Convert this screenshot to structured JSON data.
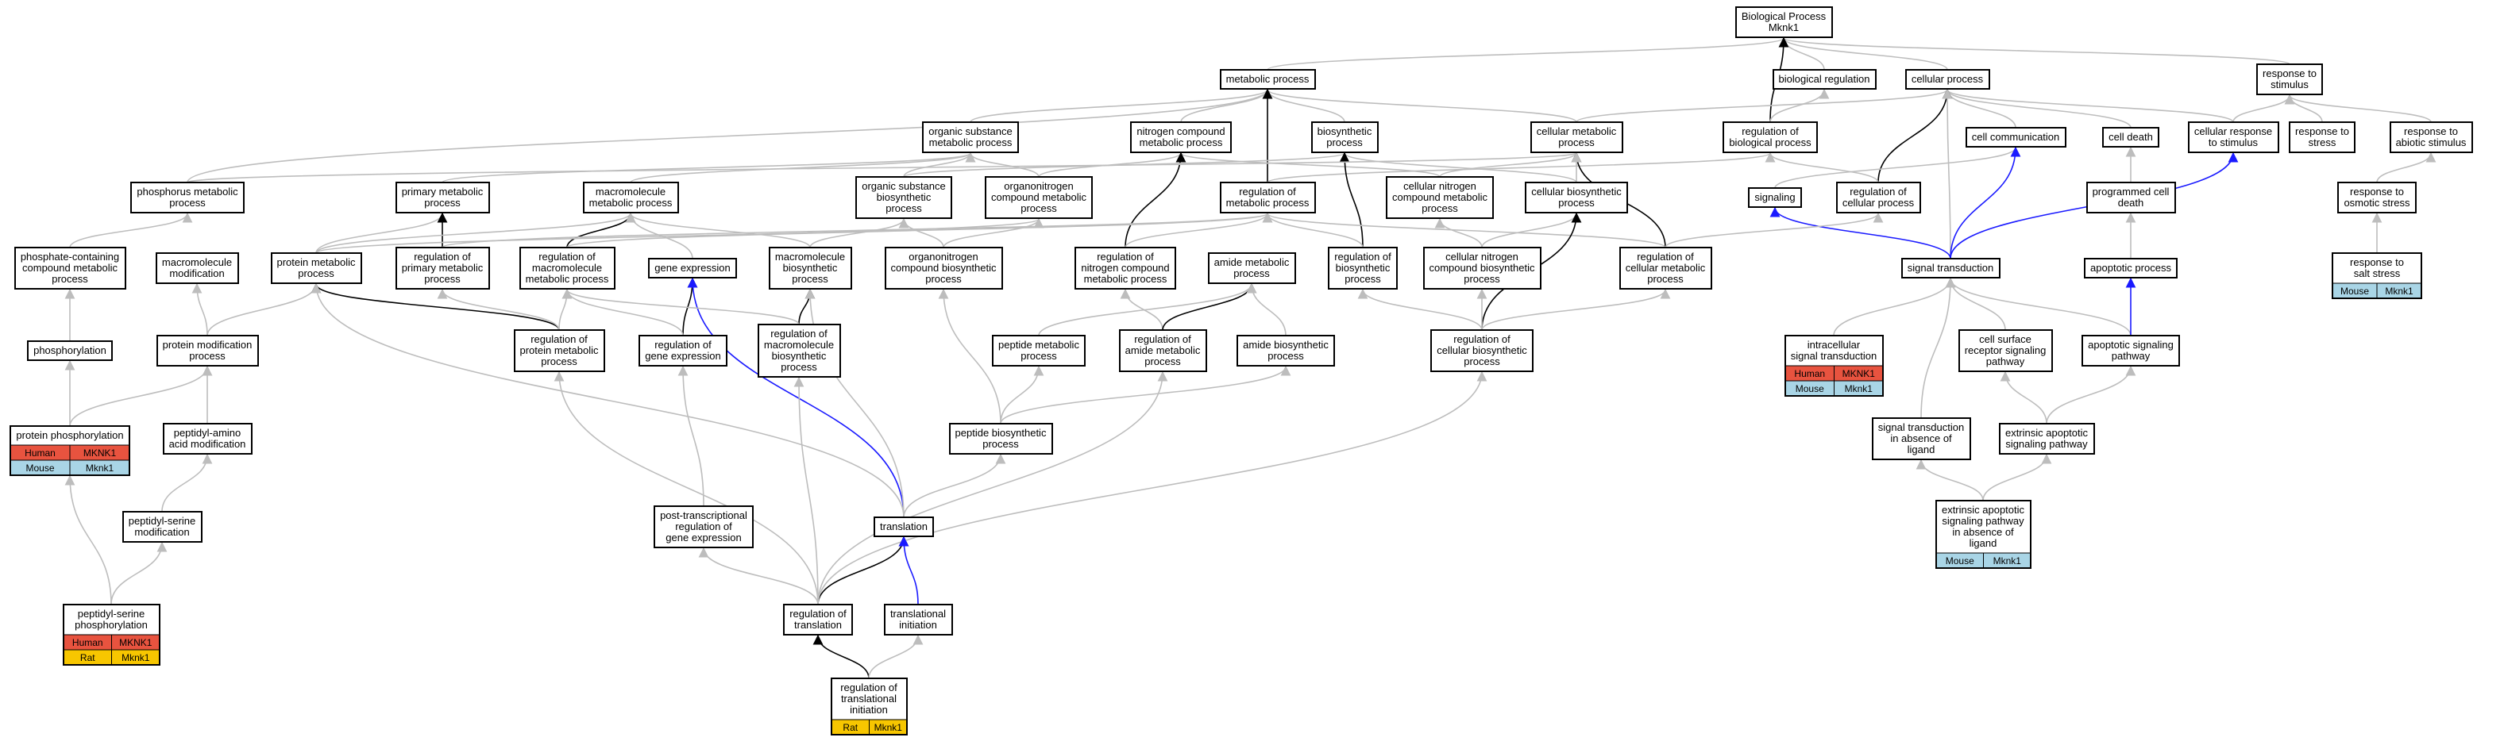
{
  "colors": {
    "human": "#e8533f",
    "mouse": "#a9d5e6",
    "rat": "#f7c600",
    "edge_gray": "#bdbdbd",
    "edge_black": "#000000",
    "edge_blue": "#1a1aff"
  },
  "nodes": [
    {
      "id": "bp",
      "lines": [
        "Biological Process",
        "Mknk1"
      ]
    },
    {
      "id": "metabolic",
      "lines": [
        "metabolic process"
      ]
    },
    {
      "id": "biolreg",
      "lines": [
        "biological regulation"
      ]
    },
    {
      "id": "cellproc",
      "lines": [
        "cellular process"
      ]
    },
    {
      "id": "respstim",
      "lines": [
        "response to",
        "stimulus"
      ]
    },
    {
      "id": "orgsub",
      "lines": [
        "organic substance",
        "metabolic process"
      ]
    },
    {
      "id": "nitro",
      "lines": [
        "nitrogen compound",
        "metabolic process"
      ]
    },
    {
      "id": "biosyn",
      "lines": [
        "biosynthetic",
        "process"
      ]
    },
    {
      "id": "cellmet",
      "lines": [
        "cellular metabolic",
        "process"
      ]
    },
    {
      "id": "regbio",
      "lines": [
        "regulation of",
        "biological process"
      ]
    },
    {
      "id": "cellcomm",
      "lines": [
        "cell communication"
      ]
    },
    {
      "id": "celldeath",
      "lines": [
        "cell death"
      ]
    },
    {
      "id": "cellresp",
      "lines": [
        "cellular response",
        "to stimulus"
      ]
    },
    {
      "id": "respstress",
      "lines": [
        "response to",
        "stress"
      ]
    },
    {
      "id": "respabiotic",
      "lines": [
        "response to",
        "abiotic stimulus"
      ]
    },
    {
      "id": "phosmet",
      "lines": [
        "phosphorus metabolic",
        "process"
      ]
    },
    {
      "id": "primmet",
      "lines": [
        "primary metabolic",
        "process"
      ]
    },
    {
      "id": "macromet",
      "lines": [
        "macromolecule",
        "metabolic process"
      ]
    },
    {
      "id": "orgsubbio",
      "lines": [
        "organic substance",
        "biosynthetic",
        "process"
      ]
    },
    {
      "id": "orgnitro",
      "lines": [
        "organonitrogen",
        "compound metabolic",
        "process"
      ]
    },
    {
      "id": "regmet",
      "lines": [
        "regulation of",
        "metabolic process"
      ]
    },
    {
      "id": "cellnitromet",
      "lines": [
        "cellular nitrogen",
        "compound metabolic",
        "process"
      ]
    },
    {
      "id": "cellbio",
      "lines": [
        "cellular biosynthetic",
        "process"
      ]
    },
    {
      "id": "signaling",
      "lines": [
        "signaling"
      ]
    },
    {
      "id": "regcell",
      "lines": [
        "regulation of",
        "cellular process"
      ]
    },
    {
      "id": "progdeath",
      "lines": [
        "programmed cell",
        "death"
      ]
    },
    {
      "id": "respos",
      "lines": [
        "response to",
        "osmotic stress"
      ]
    },
    {
      "id": "phoscomp",
      "lines": [
        "phosphate-containing",
        "compound metabolic",
        "process"
      ]
    },
    {
      "id": "macromod",
      "lines": [
        "macromolecule",
        "modification"
      ]
    },
    {
      "id": "protmet",
      "lines": [
        "protein metabolic",
        "process"
      ]
    },
    {
      "id": "regprim",
      "lines": [
        "regulation of",
        "primary metabolic",
        "process"
      ]
    },
    {
      "id": "regmacro",
      "lines": [
        "regulation of",
        "macromolecule",
        "metabolic process"
      ]
    },
    {
      "id": "geneexp",
      "lines": [
        "gene expression"
      ]
    },
    {
      "id": "macrobio",
      "lines": [
        "macromolecule",
        "biosynthetic",
        "process"
      ]
    },
    {
      "id": "orgnitrobio",
      "lines": [
        "organonitrogen",
        "compound biosynthetic",
        "process"
      ]
    },
    {
      "id": "regnitro",
      "lines": [
        "regulation of",
        "nitrogen compound",
        "metabolic process"
      ]
    },
    {
      "id": "amidemet",
      "lines": [
        "amide metabolic",
        "process"
      ]
    },
    {
      "id": "regbiosyn",
      "lines": [
        "regulation of",
        "biosynthetic",
        "process"
      ]
    },
    {
      "id": "cellnitrobio",
      "lines": [
        "cellular nitrogen",
        "compound biosynthetic",
        "process"
      ]
    },
    {
      "id": "regcellmet",
      "lines": [
        "regulation of",
        "cellular metabolic",
        "process"
      ]
    },
    {
      "id": "sigtrans",
      "lines": [
        "signal transduction"
      ]
    },
    {
      "id": "apoproc",
      "lines": [
        "apoptotic process"
      ]
    },
    {
      "id": "respsalt",
      "lines": [
        "response to",
        "salt stress"
      ],
      "species": [
        {
          "sp": "Mouse",
          "gene": "Mknk1"
        }
      ]
    },
    {
      "id": "phosphorylation",
      "lines": [
        "phosphorylation"
      ]
    },
    {
      "id": "protmod",
      "lines": [
        "protein modification",
        "process"
      ]
    },
    {
      "id": "regprotmet",
      "lines": [
        "regulation of",
        "protein metabolic",
        "process"
      ]
    },
    {
      "id": "reggeneexp",
      "lines": [
        "regulation of",
        "gene expression"
      ]
    },
    {
      "id": "regmacrobio",
      "lines": [
        "regulation of",
        "macromolecule",
        "biosynthetic",
        "process"
      ]
    },
    {
      "id": "pepmet",
      "lines": [
        "peptide metabolic",
        "process"
      ]
    },
    {
      "id": "regamide",
      "lines": [
        "regulation of",
        "amide metabolic",
        "process"
      ]
    },
    {
      "id": "amidebio",
      "lines": [
        "amide biosynthetic",
        "process"
      ]
    },
    {
      "id": "regcellbio",
      "lines": [
        "regulation of",
        "cellular biosynthetic",
        "process"
      ]
    },
    {
      "id": "intracell",
      "lines": [
        "intracellular",
        "signal transduction"
      ],
      "species": [
        {
          "sp": "Human",
          "gene": "MKNK1"
        },
        {
          "sp": "Mouse",
          "gene": "Mknk1"
        }
      ]
    },
    {
      "id": "cellsurf",
      "lines": [
        "cell surface",
        "receptor signaling",
        "pathway"
      ]
    },
    {
      "id": "aposig",
      "lines": [
        "apoptotic signaling",
        "pathway"
      ]
    },
    {
      "id": "protphos",
      "lines": [
        "protein phosphorylation"
      ],
      "species": [
        {
          "sp": "Human",
          "gene": "MKNK1"
        },
        {
          "sp": "Mouse",
          "gene": "Mknk1"
        }
      ]
    },
    {
      "id": "peptaa",
      "lines": [
        "peptidyl-amino",
        "acid modification"
      ]
    },
    {
      "id": "pepbio",
      "lines": [
        "peptide biosynthetic",
        "process"
      ]
    },
    {
      "id": "sigabs",
      "lines": [
        "signal transduction",
        "in absence of",
        "ligand"
      ]
    },
    {
      "id": "extapo",
      "lines": [
        "extrinsic apoptotic",
        "signaling pathway"
      ]
    },
    {
      "id": "peptser",
      "lines": [
        "peptidyl-serine",
        "modification"
      ]
    },
    {
      "id": "posttrans",
      "lines": [
        "post-transcriptional",
        "regulation of",
        "gene expression"
      ]
    },
    {
      "id": "translation",
      "lines": [
        "translation"
      ]
    },
    {
      "id": "extapoabs",
      "lines": [
        "extrinsic apoptotic",
        "signaling pathway",
        "in absence of",
        "ligand"
      ],
      "species": [
        {
          "sp": "Mouse",
          "gene": "Mknk1"
        }
      ]
    },
    {
      "id": "pepserphos",
      "lines": [
        "peptidyl-serine",
        "phosphorylation"
      ],
      "species": [
        {
          "sp": "Human",
          "gene": "MKNK1"
        },
        {
          "sp": "Rat",
          "gene": "Mknk1"
        }
      ]
    },
    {
      "id": "regtrans",
      "lines": [
        "regulation of",
        "translation"
      ]
    },
    {
      "id": "transinit",
      "lines": [
        "translational",
        "initiation"
      ]
    },
    {
      "id": "regtransinit",
      "lines": [
        "regulation of",
        "translational",
        "initiation"
      ],
      "species": [
        {
          "sp": "Rat",
          "gene": "Mknk1"
        }
      ]
    }
  ],
  "edges": [
    [
      "metabolic",
      "bp",
      "gray"
    ],
    [
      "biolreg",
      "bp",
      "gray"
    ],
    [
      "cellproc",
      "bp",
      "gray"
    ],
    [
      "respstim",
      "bp",
      "gray"
    ],
    [
      "regbio",
      "bp",
      "black"
    ],
    [
      "orgsub",
      "metabolic",
      "gray"
    ],
    [
      "nitro",
      "metabolic",
      "gray"
    ],
    [
      "biosyn",
      "metabolic",
      "gray"
    ],
    [
      "cellmet",
      "metabolic",
      "gray"
    ],
    [
      "phosmet",
      "metabolic",
      "gray"
    ],
    [
      "regmet",
      "metabolic",
      "black"
    ],
    [
      "cellmet",
      "cellproc",
      "gray"
    ],
    [
      "cellcomm",
      "cellproc",
      "gray"
    ],
    [
      "celldeath",
      "cellproc",
      "gray"
    ],
    [
      "cellresp",
      "cellproc",
      "gray"
    ],
    [
      "regcell",
      "cellproc",
      "black"
    ],
    [
      "sigtrans",
      "cellproc",
      "gray"
    ],
    [
      "cellresp",
      "respstim",
      "gray"
    ],
    [
      "respstress",
      "respstim",
      "gray"
    ],
    [
      "respabiotic",
      "respstim",
      "gray"
    ],
    [
      "regbio",
      "biolreg",
      "gray"
    ],
    [
      "regcell",
      "regbio",
      "gray"
    ],
    [
      "regmet",
      "regbio",
      "gray"
    ],
    [
      "primmet",
      "orgsub",
      "gray"
    ],
    [
      "macromet",
      "orgsub",
      "gray"
    ],
    [
      "orgsubbio",
      "orgsub",
      "gray"
    ],
    [
      "orgnitro",
      "orgsub",
      "gray"
    ],
    [
      "orgnitro",
      "nitro",
      "gray"
    ],
    [
      "cellnitromet",
      "nitro",
      "gray"
    ],
    [
      "regnitro",
      "nitro",
      "black"
    ],
    [
      "orgsubbio",
      "biosyn",
      "gray"
    ],
    [
      "cellbio",
      "biosyn",
      "gray"
    ],
    [
      "regbiosyn",
      "biosyn",
      "black"
    ],
    [
      "cellnitromet",
      "cellmet",
      "gray"
    ],
    [
      "cellbio",
      "cellmet",
      "gray"
    ],
    [
      "regcellmet",
      "cellmet",
      "black"
    ],
    [
      "phosmet",
      "cellmet",
      "gray"
    ],
    [
      "signaling",
      "cellcomm",
      "gray"
    ],
    [
      "sigtrans",
      "cellcomm",
      "blue"
    ],
    [
      "sigtrans",
      "cellresp",
      "blue"
    ],
    [
      "progdeath",
      "celldeath",
      "gray"
    ],
    [
      "respos",
      "respabiotic",
      "gray"
    ],
    [
      "respsalt",
      "respos",
      "gray"
    ],
    [
      "phoscomp",
      "phosmet",
      "gray"
    ],
    [
      "protmet",
      "primmet",
      "gray"
    ],
    [
      "regprim",
      "primmet",
      "black"
    ],
    [
      "protmet",
      "macromet",
      "gray"
    ],
    [
      "regmacro",
      "macromet",
      "black"
    ],
    [
      "geneexp",
      "macromet",
      "gray"
    ],
    [
      "macrobio",
      "macromet",
      "gray"
    ],
    [
      "macrobio",
      "orgsubbio",
      "gray"
    ],
    [
      "orgnitrobio",
      "orgsubbio",
      "gray"
    ],
    [
      "orgnitrobio",
      "orgnitro",
      "gray"
    ],
    [
      "protmet",
      "orgnitro",
      "gray"
    ],
    [
      "regprim",
      "regmet",
      "gray"
    ],
    [
      "regmacro",
      "regmet",
      "gray"
    ],
    [
      "regnitro",
      "regmet",
      "gray"
    ],
    [
      "regbiosyn",
      "regmet",
      "gray"
    ],
    [
      "regcellmet",
      "regmet",
      "gray"
    ],
    [
      "cellnitrobio",
      "cellnitromet",
      "gray"
    ],
    [
      "cellnitrobio",
      "cellbio",
      "gray"
    ],
    [
      "regcellbio",
      "cellbio",
      "black"
    ],
    [
      "sigtrans",
      "signaling",
      "blue"
    ],
    [
      "regcellmet",
      "regcell",
      "gray"
    ],
    [
      "apoproc",
      "progdeath",
      "gray"
    ],
    [
      "phosphorylation",
      "phoscomp",
      "gray"
    ],
    [
      "protmod",
      "macromod",
      "gray"
    ],
    [
      "protmod",
      "protmet",
      "gray"
    ],
    [
      "regprotmet",
      "protmet",
      "black"
    ],
    [
      "regprotmet",
      "regprim",
      "gray"
    ],
    [
      "regprotmet",
      "regmacro",
      "gray"
    ],
    [
      "reggeneexp",
      "geneexp",
      "black"
    ],
    [
      "reggeneexp",
      "regmacro",
      "gray"
    ],
    [
      "translation",
      "geneexp",
      "blue"
    ],
    [
      "regmacrobio",
      "macrobio",
      "black"
    ],
    [
      "regmacrobio",
      "regmacro",
      "gray"
    ],
    [
      "translation",
      "macrobio",
      "gray"
    ],
    [
      "pepbio",
      "orgnitrobio",
      "gray"
    ],
    [
      "regamide",
      "regnitro",
      "gray"
    ],
    [
      "regamide",
      "amidemet",
      "black"
    ],
    [
      "amidebio",
      "amidemet",
      "gray"
    ],
    [
      "pepmet",
      "amidemet",
      "gray"
    ],
    [
      "regcellbio",
      "regbiosyn",
      "gray"
    ],
    [
      "regcellbio",
      "regcellmet",
      "gray"
    ],
    [
      "regcellbio",
      "cellnitrobio",
      "gray"
    ],
    [
      "intracell",
      "sigtrans",
      "gray"
    ],
    [
      "cellsurf",
      "sigtrans",
      "gray"
    ],
    [
      "aposig",
      "sigtrans",
      "gray"
    ],
    [
      "aposig",
      "apoproc",
      "blue"
    ],
    [
      "protphos",
      "phosphorylation",
      "gray"
    ],
    [
      "protphos",
      "protmod",
      "gray"
    ],
    [
      "peptaa",
      "protmod",
      "gray"
    ],
    [
      "pepbio",
      "pepmet",
      "gray"
    ],
    [
      "pepbio",
      "amidebio",
      "gray"
    ],
    [
      "sigabs",
      "sigtrans",
      "gray"
    ],
    [
      "extapo",
      "aposig",
      "gray"
    ],
    [
      "extapo",
      "cellsurf",
      "gray"
    ],
    [
      "peptser",
      "peptaa",
      "gray"
    ],
    [
      "posttrans",
      "reggeneexp",
      "gray"
    ],
    [
      "translation",
      "pepbio",
      "gray"
    ],
    [
      "translation",
      "protmet",
      "gray"
    ],
    [
      "extapoabs",
      "sigabs",
      "gray"
    ],
    [
      "extapoabs",
      "extapo",
      "gray"
    ],
    [
      "pepserphos",
      "protphos",
      "gray"
    ],
    [
      "pepserphos",
      "peptser",
      "gray"
    ],
    [
      "regtrans",
      "translation",
      "black"
    ],
    [
      "regtrans",
      "posttrans",
      "gray"
    ],
    [
      "regtrans",
      "regmacrobio",
      "gray"
    ],
    [
      "regtrans",
      "regprotmet",
      "gray"
    ],
    [
      "regtrans",
      "regamide",
      "gray"
    ],
    [
      "regtrans",
      "regcellbio",
      "gray"
    ],
    [
      "transinit",
      "translation",
      "blue"
    ],
    [
      "regtransinit",
      "regtrans",
      "black"
    ],
    [
      "regtransinit",
      "transinit",
      "gray"
    ]
  ]
}
